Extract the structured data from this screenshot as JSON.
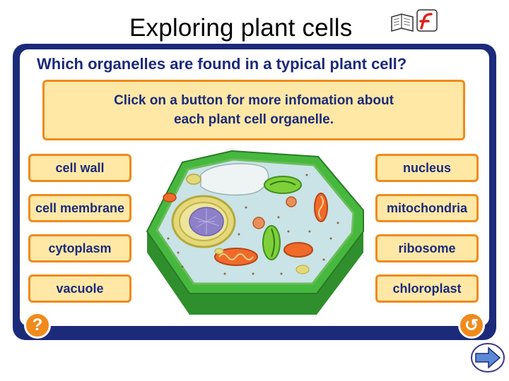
{
  "slide": {
    "title": "Exploring plant cells"
  },
  "panel": {
    "question": "Which organelles are found in a typical plant cell?",
    "info": "Click on a button for more infomation about\neach plant cell organelle."
  },
  "buttons": {
    "left": [
      "cell wall",
      "cell membrane",
      "cytoplasm",
      "vacuole"
    ],
    "right": [
      "nucleus",
      "mitochondria",
      "ribosome",
      "chloroplast"
    ]
  },
  "controls": {
    "help_glyph": "?",
    "back_glyph": "↺"
  },
  "colors": {
    "panel_navy": "#1c2a7a",
    "button_fill": "#ffe8a6",
    "button_border": "#f08a1c",
    "cell_wall_green": "#3fae3a"
  },
  "icons": [
    "book-icon",
    "flash-icon",
    "help-icon",
    "back-icon",
    "next-arrow-icon"
  ]
}
